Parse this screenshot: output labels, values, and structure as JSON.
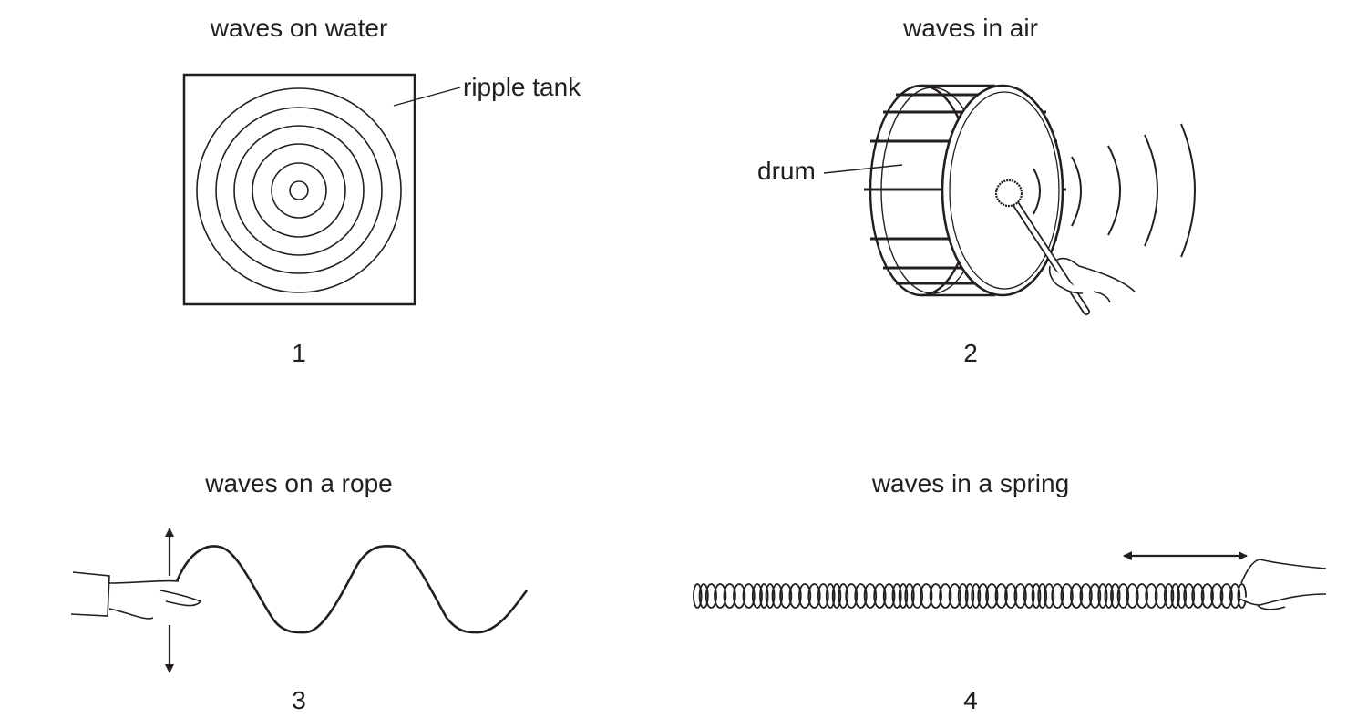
{
  "panels": [
    {
      "id": 1,
      "title": "waves on water",
      "number": "1",
      "labels": [
        "ripple tank"
      ]
    },
    {
      "id": 2,
      "title": "waves in air",
      "number": "2",
      "labels": [
        "drum"
      ]
    },
    {
      "id": 3,
      "title": "waves on a rope",
      "number": "3",
      "labels": []
    },
    {
      "id": 4,
      "title": "waves in a spring",
      "number": "4",
      "labels": []
    }
  ],
  "colors": {
    "ink": "#231f20",
    "background": "#ffffff"
  }
}
